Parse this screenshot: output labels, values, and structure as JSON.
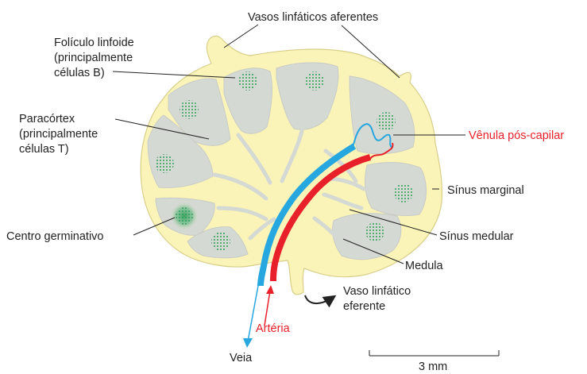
{
  "colors": {
    "capsule_fill": "#fbf4b8",
    "capsule_stroke": "#d8cf8a",
    "lobe_fill": "#d5d9d3",
    "follicle": "#2e9f5a",
    "vein": "#27a7e0",
    "artery": "#e8202a",
    "leader": "#222222"
  },
  "labels": {
    "afferent": "Vasos linfáticos aferentes",
    "follicle": [
      "Folículo linfoide",
      "(principalmente",
      "células B)"
    ],
    "paracortex": [
      "Paracórtex",
      "(principalmente",
      "células T)"
    ],
    "venule": "Vênula pós-capilar",
    "marginal_sinus": "Sínus marginal",
    "germinal_center": "Centro germinativo",
    "medullary_sinus": "Sínus medular",
    "medulla": "Medula",
    "efferent": [
      "Vaso linfático",
      "eferente"
    ],
    "artery": "Artéria",
    "vein": "Veia",
    "scale": "3 mm"
  },
  "icons": {
    "follicle": "dotted-circle-icon",
    "efferent_arrow": "curved-arrow-icon"
  }
}
